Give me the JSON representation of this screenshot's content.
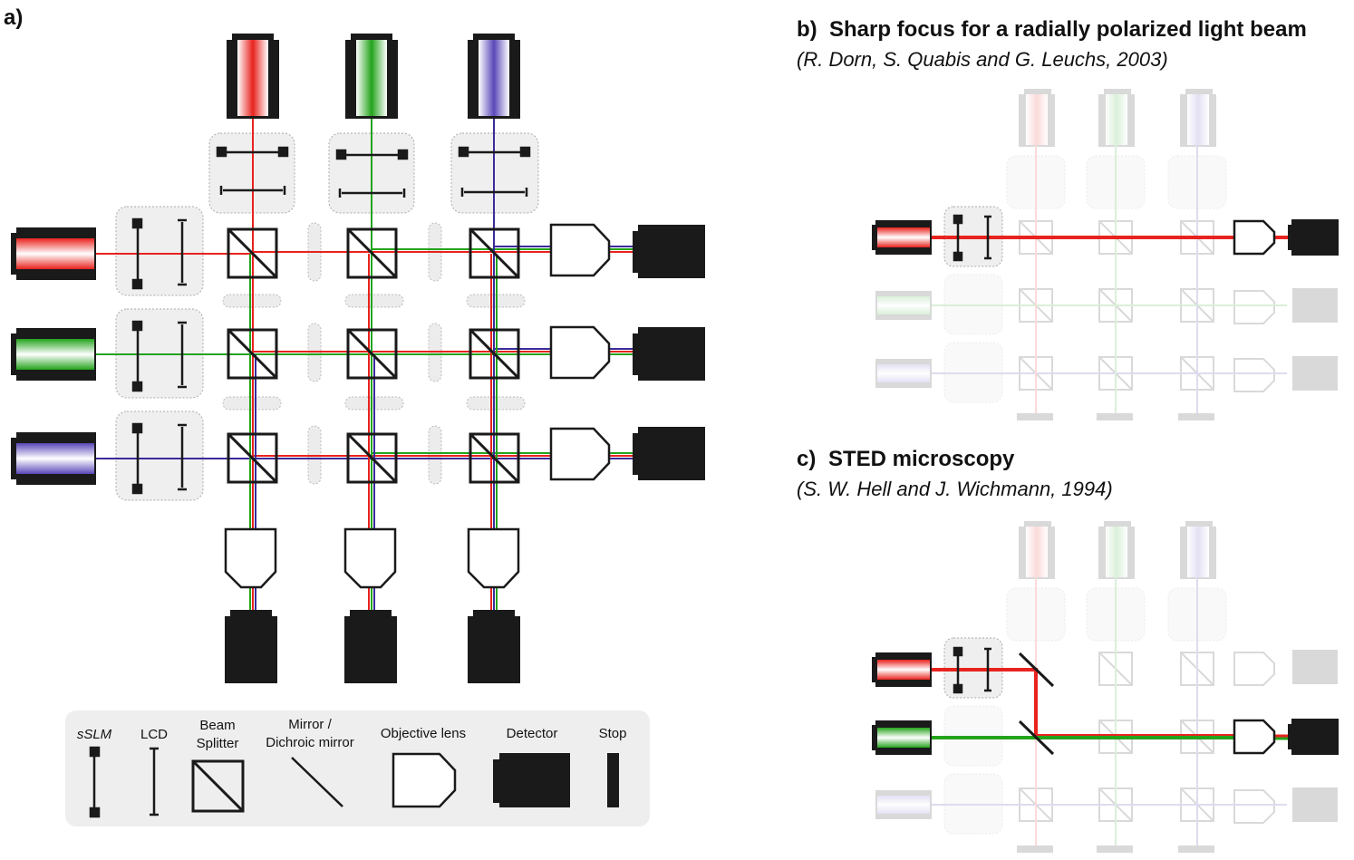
{
  "panel_a": {
    "label": "a)"
  },
  "panel_b": {
    "label": "b)",
    "title": "Sharp focus for a radially polarized light beam",
    "citation": "(R. Dorn, S. Quabis and G. Leuchs, 2003)"
  },
  "panel_c": {
    "label": "c)",
    "title": "STED microscopy",
    "citation": "(S. W. Hell and J. Wichmann, 1994)"
  },
  "legend": {
    "items": [
      {
        "lines": [
          "sSLM"
        ],
        "italic": true,
        "icon": "sslm-icon"
      },
      {
        "lines": [
          "LCD"
        ],
        "italic": false,
        "icon": "lcd-icon"
      },
      {
        "lines": [
          "Beam",
          "Splitter"
        ],
        "italic": false,
        "icon": "beam-splitter-icon"
      },
      {
        "lines": [
          "Mirror /",
          "Dichroic mirror"
        ],
        "italic": false,
        "icon": "mirror-icon"
      },
      {
        "lines": [
          "Objective lens"
        ],
        "italic": false,
        "icon": "objective-lens-icon"
      },
      {
        "lines": [
          "Detector"
        ],
        "italic": false,
        "icon": "detector-icon"
      },
      {
        "lines": [
          "Stop"
        ],
        "italic": false,
        "icon": "stop-icon"
      }
    ]
  },
  "colors": {
    "red": "#e8231e",
    "green": "#24a31c",
    "blue": "#3a2b9a",
    "black": "#1a1a1a",
    "box_fill": "#efefef",
    "legend_fill": "#eeeeee"
  }
}
